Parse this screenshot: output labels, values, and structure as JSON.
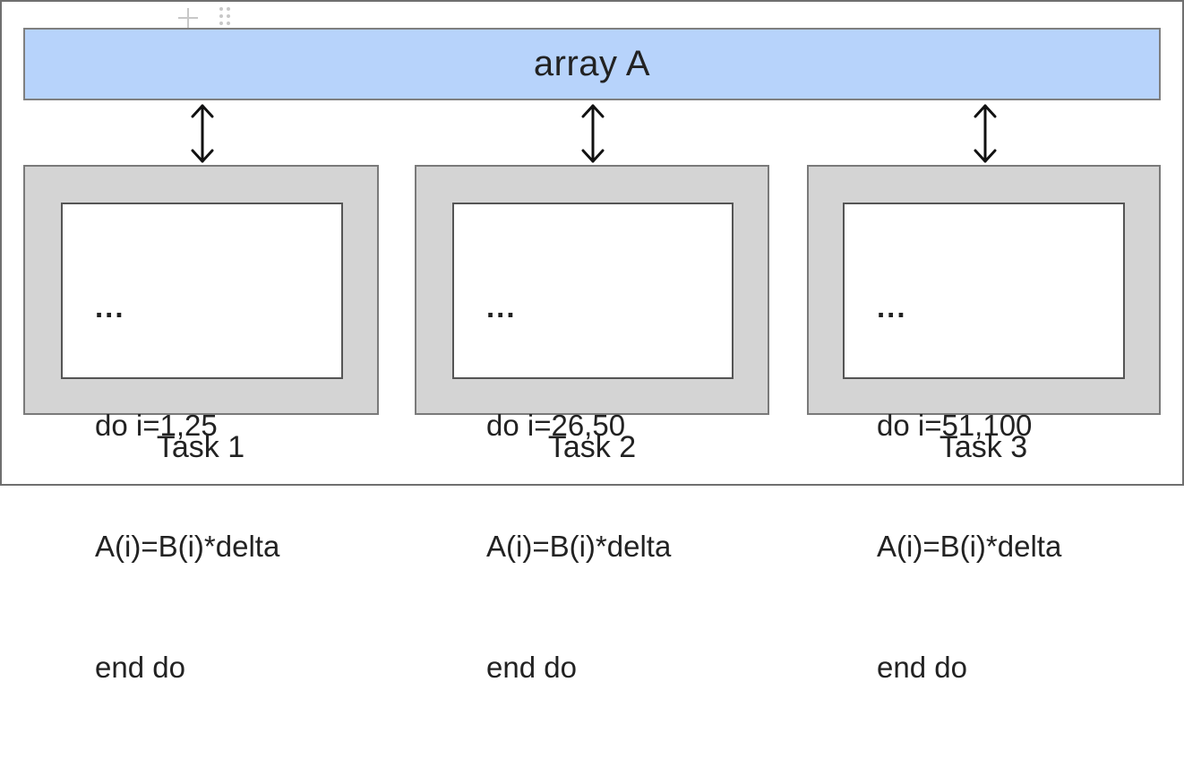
{
  "array": {
    "label": "array A",
    "fill_color": "#b7d3fb"
  },
  "tasks": [
    {
      "label": "Task 1",
      "code": [
        "...",
        "do i=1,25",
        "A(i)=B(i)*delta",
        "end do"
      ]
    },
    {
      "label": "Task 2",
      "code": [
        "...",
        "do i=26,50",
        "A(i)=B(i)*delta",
        "end do"
      ]
    },
    {
      "label": "Task 3",
      "code": [
        "...",
        "do i=51,100",
        "A(i)=B(i)*delta",
        "end do"
      ]
    }
  ],
  "colors": {
    "task_outer": "#d4d4d4",
    "task_inner": "#ffffff",
    "arrow": "#111111"
  },
  "icons": {
    "editor_handles": [
      "plus-icon",
      "drag-handle-icon"
    ],
    "connectors": "double-arrow-icon"
  }
}
